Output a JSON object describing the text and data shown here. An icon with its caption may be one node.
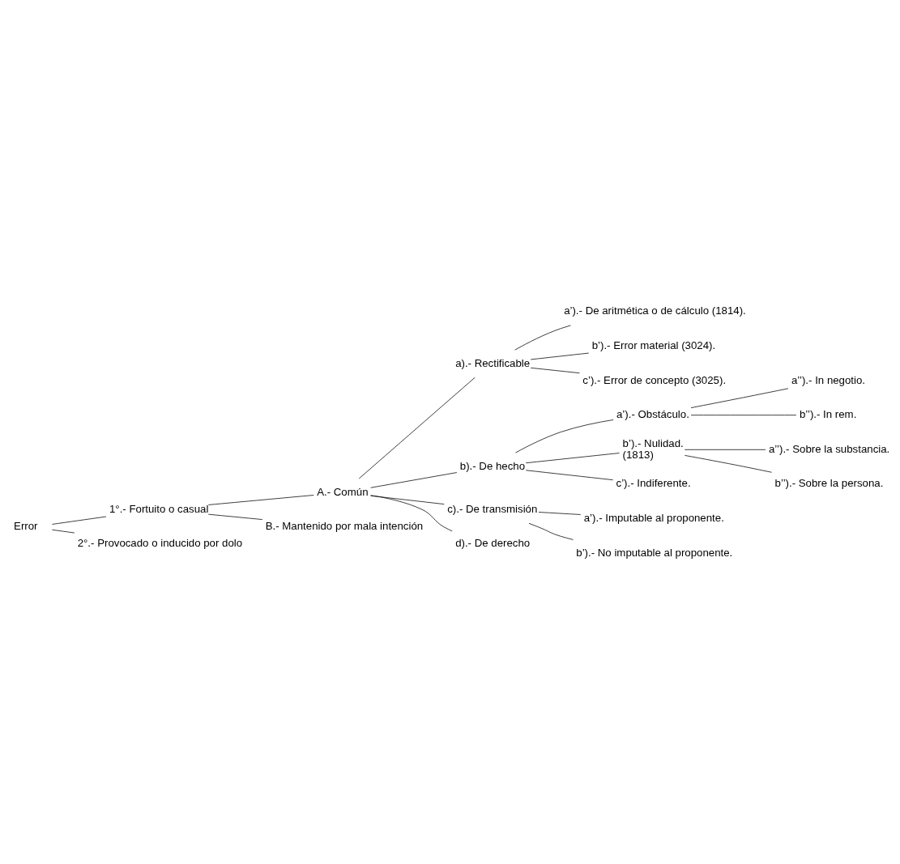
{
  "diagram": {
    "nodes": [
      {
        "text": [
          "Error"
        ]
      },
      {
        "text": [
          "1°.- Fortuito o casual"
        ]
      },
      {
        "text": [
          "A.- Común"
        ]
      },
      {
        "text": [
          "a).- Rectificable"
        ]
      },
      {
        "text": [
          "a’).- De aritmética o de cálculo (1814)."
        ]
      },
      {
        "text": [
          "b’).- Error material (3024)."
        ]
      },
      {
        "text": [
          "c’).- Error de concepto (3025)."
        ]
      },
      {
        "text": [
          "b).- De hecho"
        ]
      },
      {
        "text": [
          "a’).- Obstáculo."
        ]
      },
      {
        "text": [
          "a’’).- In negotio."
        ]
      },
      {
        "text": [
          "b’’).- In rem."
        ]
      },
      {
        "text": [
          "b’).- Nulidad."
        ],
        "beside": [
          "(1813)"
        ]
      },
      {
        "text": [
          "a’’).- Sobre la substancia."
        ]
      },
      {
        "text": [
          "b’’).- Sobre la persona."
        ]
      },
      {
        "text": [
          "c’).- Indiferente."
        ]
      },
      {
        "text": [
          "c).- De transmisión"
        ]
      },
      {
        "text": [
          "a’).- Imputable al proponente."
        ]
      },
      {
        "text": [
          "b’).- No imputable al proponente."
        ]
      },
      {
        "text": [
          "d).- De derecho"
        ]
      },
      {
        "text": [
          "B.- Mantenido por mala intención"
        ]
      },
      {
        "text": [
          "2°.- Provocado o inducido por dolo"
        ]
      }
    ],
    "edges": [
      {
        "from": 0,
        "to": 1,
        "arrow": "none"
      },
      {
        "from": 0,
        "to": 20,
        "arrow": "none"
      },
      {
        "from": 1,
        "to": 2,
        "arrow": "none"
      },
      {
        "from": 1,
        "to": 19,
        "arrow": "none"
      },
      {
        "from": 2,
        "to": 3,
        "arrow": "none"
      },
      {
        "from": 2,
        "to": 7,
        "arrow": "none"
      },
      {
        "from": 2,
        "to": 15,
        "arrow": "none"
      },
      {
        "from": 2,
        "to": 18,
        "arrow": "none"
      },
      {
        "from": 3,
        "to": 4,
        "arrow": "none"
      },
      {
        "from": 3,
        "to": 5,
        "arrow": "none"
      },
      {
        "from": 3,
        "to": 6,
        "arrow": "none"
      },
      {
        "from": 7,
        "to": 8,
        "arrow": "none"
      },
      {
        "from": 7,
        "to": 11,
        "arrow": "none"
      },
      {
        "from": 7,
        "to": 14,
        "arrow": "none"
      },
      {
        "from": 8,
        "to": 9,
        "arrow": "none"
      },
      {
        "from": 8,
        "to": 10,
        "arrow": "none"
      },
      {
        "from": 11,
        "to": 12,
        "arrow": "none"
      },
      {
        "from": 11,
        "to": 13,
        "arrow": "none"
      },
      {
        "from": 15,
        "to": 16,
        "arrow": "none"
      },
      {
        "from": 15,
        "to": 17,
        "arrow": "none"
      }
    ]
  }
}
